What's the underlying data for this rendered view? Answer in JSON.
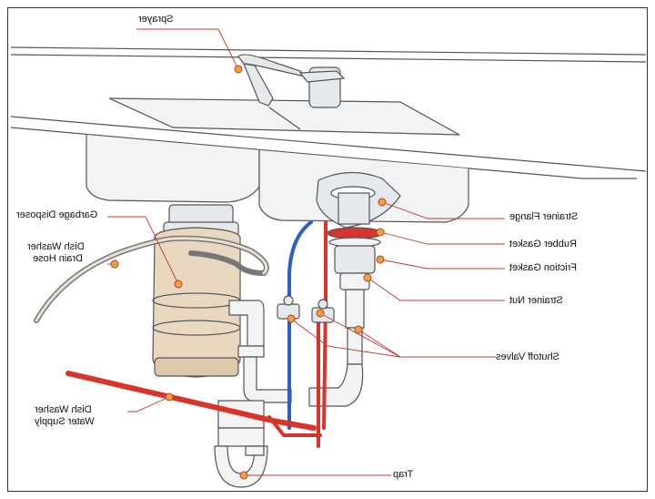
{
  "labels": {
    "sprayer": "Sprayer",
    "garbage_disposer": "Garbage Disposer",
    "dish_washer_drain_hose_1": "Dish Washer",
    "dish_washer_drain_hose_2": "Drain Hose",
    "strainer_flange": "Strainer Flange",
    "rubber_gasket": "Rubber Gasket",
    "friction_gasket": "Friction Gasket",
    "strainer_nut": "Strainer Nut",
    "shutoff_valves": "Shutoff Valves",
    "dish_washer_water_supply_1": "Dish Washer",
    "dish_washer_water_supply_2": "Water Supply",
    "trap": "Trap"
  },
  "colors": {
    "marker": "#e8a33a",
    "hot_pipe": "#d9342b",
    "cold_pipe": "#2a5fc4",
    "leader": "#c0392b",
    "outline": "#444444",
    "fill_grey": "#e6e9ec",
    "disposer_fill": "#e8d8bf"
  }
}
